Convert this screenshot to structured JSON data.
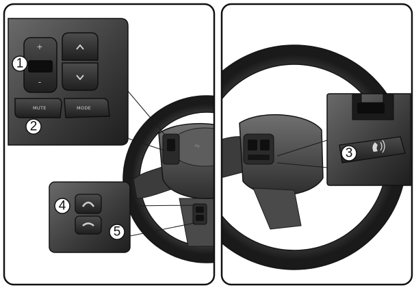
{
  "button_labels": {
    "mute": "MUTE",
    "mode": "MODE"
  },
  "badges": [
    "1",
    "2",
    "3",
    "4",
    "5"
  ],
  "logo_text": "Hy",
  "icons": {
    "volume_up": "plus-icon",
    "seek_up": "chevron-up-icon",
    "seek_down": "chevron-down-icon",
    "voice": "voice-recognition-icon",
    "call": "phone-call-icon",
    "end_call": "phone-end-icon"
  }
}
